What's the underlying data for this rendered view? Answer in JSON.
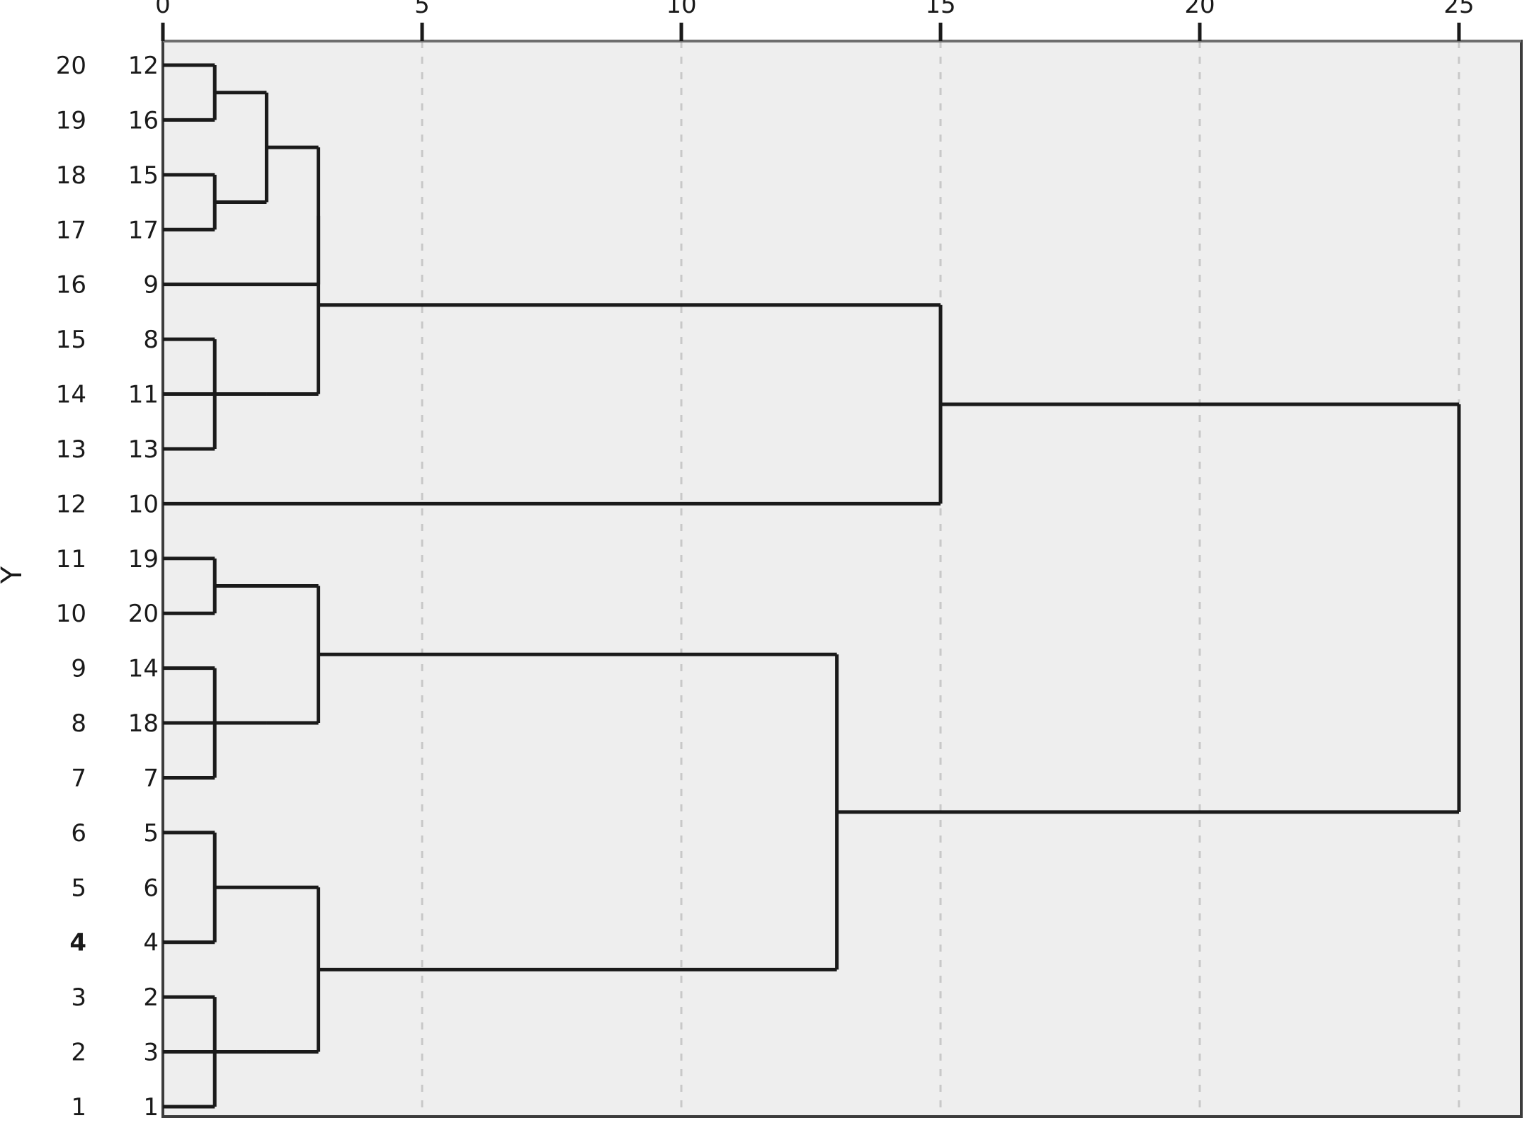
{
  "chart_data": {
    "type": "dendrogram",
    "title": "",
    "xlabel": "",
    "ylabel": "Y",
    "orientation": "horizontal",
    "xlim": [
      0,
      25.6
    ],
    "x_ticks": [
      0,
      5,
      10,
      15,
      20,
      25
    ],
    "x_tick_labels": [
      "0",
      "5",
      "10",
      "15",
      "20",
      "25"
    ],
    "grid": "vertical-dashed",
    "plot_bg": "#eeeeee",
    "line_color": "#1a1a1a",
    "grid_color": "#c8c8c8",
    "y_axis_positions": [
      "20",
      "19",
      "18",
      "17",
      "16",
      "15",
      "14",
      "13",
      "12",
      "11",
      "10",
      "9",
      "8",
      "7",
      "6",
      "5",
      "4",
      "3",
      "2",
      "1"
    ],
    "y_axis_bold_positions": [
      "4"
    ],
    "leaf_order_top_to_bottom": [
      "12",
      "16",
      "15",
      "17",
      "9",
      "8",
      "11",
      "13",
      "10",
      "19",
      "20",
      "14",
      "18",
      "7",
      "5",
      "6",
      "4",
      "2",
      "3",
      "1"
    ],
    "merges": [
      {
        "id": "m1",
        "left": "12",
        "right": "16",
        "height": 1.0
      },
      {
        "id": "m2",
        "left": "15",
        "right": "17",
        "height": 1.0
      },
      {
        "id": "m3",
        "left": "m1",
        "right": "m2",
        "height": 2.0
      },
      {
        "id": "m4",
        "left": "m3",
        "right": "9",
        "height": 3.0
      },
      {
        "id": "m5",
        "left": "8",
        "right": "13",
        "height": 1.0
      },
      {
        "id": "m6",
        "left": "m5",
        "right": "11",
        "height": 2.0
      },
      {
        "id": "m7",
        "left": "m4",
        "right": "m6",
        "height": 3.0
      },
      {
        "id": "m8",
        "left": "m7",
        "right": "10",
        "height": 15.0
      },
      {
        "id": "m9",
        "left": "19",
        "right": "20",
        "height": 1.0
      },
      {
        "id": "m10",
        "left": "14",
        "right": "7",
        "height": 1.0
      },
      {
        "id": "m11",
        "left": "m10",
        "right": "18",
        "height": 2.0
      },
      {
        "id": "m12",
        "left": "m9",
        "right": "m11",
        "height": 3.0
      },
      {
        "id": "m13",
        "left": "5",
        "right": "4",
        "height": 1.0
      },
      {
        "id": "m14",
        "left": "2",
        "right": "1",
        "height": 1.0
      },
      {
        "id": "m15",
        "left": "m14",
        "right": "3",
        "height": 2.0
      },
      {
        "id": "m16",
        "left": "m13",
        "right": "m15",
        "height": 3.0
      },
      {
        "id": "m17",
        "left": "m12",
        "right": "m16",
        "height": 13.0
      },
      {
        "id": "m18",
        "left": "m8",
        "right": "m17",
        "height": 25.0
      }
    ]
  },
  "axis": {
    "y_title": "Y",
    "x_tick_labels": [
      "0",
      "5",
      "10",
      "15",
      "20",
      "25"
    ],
    "position_labels": [
      "20",
      "19",
      "18",
      "17",
      "16",
      "15",
      "14",
      "13",
      "12",
      "11",
      "10",
      "9",
      "8",
      "7",
      "6",
      "5",
      "4",
      "3",
      "2",
      "1"
    ],
    "leaf_labels": [
      "12",
      "16",
      "15",
      "17",
      "9",
      "8",
      "11",
      "13",
      "10",
      "19",
      "20",
      "14",
      "18",
      "7",
      "5",
      "6",
      "4",
      "2",
      "3",
      "1"
    ]
  }
}
